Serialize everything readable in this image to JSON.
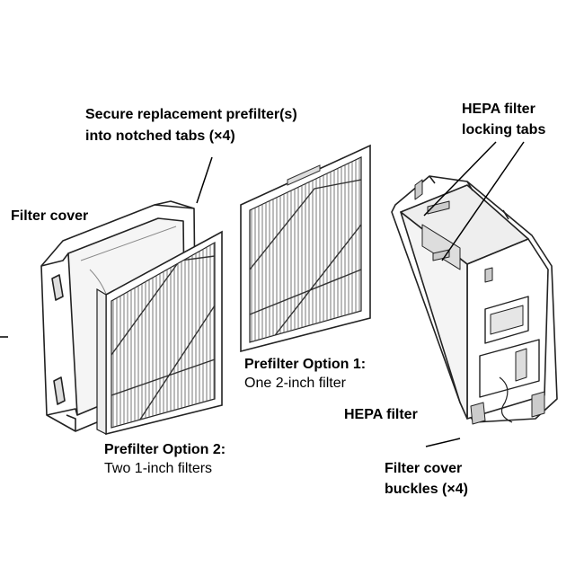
{
  "labels": {
    "secure_tabs": [
      "Secure replacement prefilter(s)",
      "into notched tabs (×4)"
    ],
    "filter_cover": "Filter cover",
    "hepa_locking_tabs": [
      "HEPA filter",
      "locking tabs"
    ],
    "prefilter_option1_title": "Prefilter Option 1:",
    "prefilter_option1_desc": "One 2-inch filter",
    "prefilter_option2_title": "Prefilter Option 2:",
    "prefilter_option2_desc": "Two 1-inch filters",
    "hepa_filter": "HEPA filter",
    "cover_buckles": [
      "Filter cover",
      "buckles (×4)"
    ]
  }
}
